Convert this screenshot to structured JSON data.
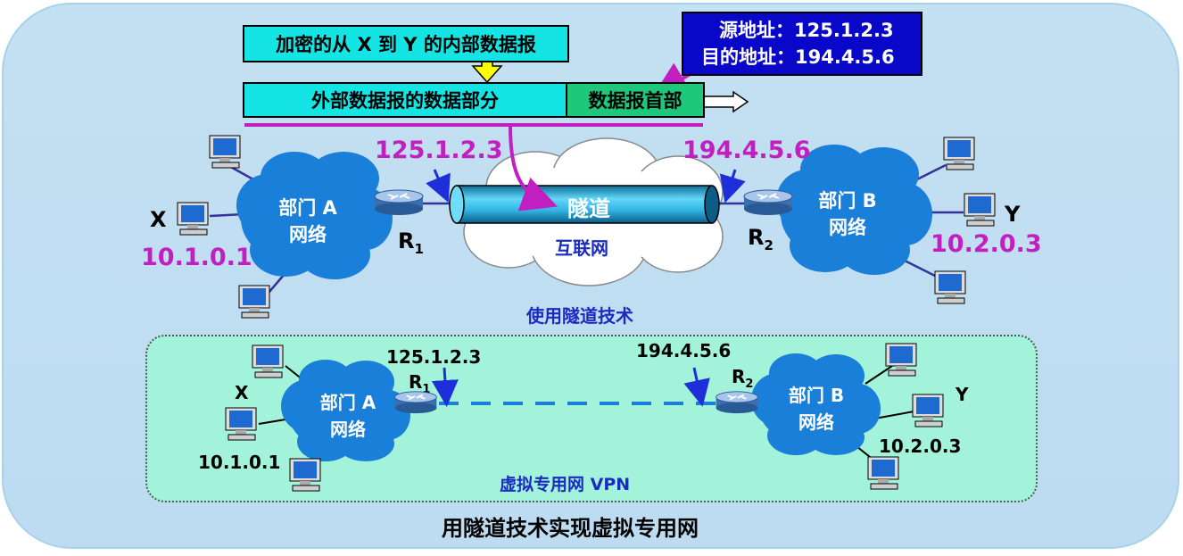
{
  "header": {
    "inner_datagram": "加密的从 X 到 Y 的内部数据报",
    "outer_data_part": "外部数据报的数据部分",
    "datagram_header": "数据报首部",
    "src_label": "源地址：",
    "src_value": "125.1.2.3",
    "dst_label": "目的地址：",
    "dst_value": "194.4.5.6"
  },
  "top": {
    "tunnel_label": "隧道",
    "internet_label": "互联网",
    "caption": "使用隧道技术",
    "r1_ip": "125.1.2.3",
    "r2_ip": "194.4.5.6",
    "router1": "R",
    "router1_sub": "1",
    "router2": "R",
    "router2_sub": "2",
    "net_a_line1": "部门 A",
    "net_a_line2": "网络",
    "net_b_line1": "部门 B",
    "net_b_line2": "网络",
    "host_x": "X",
    "host_x_ip": "10.1.0.1",
    "host_y": "Y",
    "host_y_ip": "10.2.0.3"
  },
  "bottom": {
    "caption": "虚拟专用网 VPN",
    "r1_ip": "125.1.2.3",
    "r2_ip": "194.4.5.6",
    "router1": "R",
    "router1_sub": "1",
    "router2": "R",
    "router2_sub": "2",
    "net_a_line1": "部门 A",
    "net_a_line2": "网络",
    "net_b_line1": "部门 B",
    "net_b_line2": "网络",
    "host_x": "X",
    "host_x_ip": "10.1.0.1",
    "host_y": "Y",
    "host_y_ip": "10.2.0.3"
  },
  "title": "用隧道技术实现虚拟专用网",
  "colors": {
    "magenta": "#c21fc0",
    "blue_arrow": "#1d2fd9",
    "cloud": "#1a7fd8",
    "cyan_box": "#14e4e4",
    "green_box": "#1fc77b",
    "address_box": "#0a08c8",
    "yellow_arrow": "#ffff00"
  },
  "icons": [
    "computer-icon",
    "router-icon",
    "cloud-icon"
  ]
}
